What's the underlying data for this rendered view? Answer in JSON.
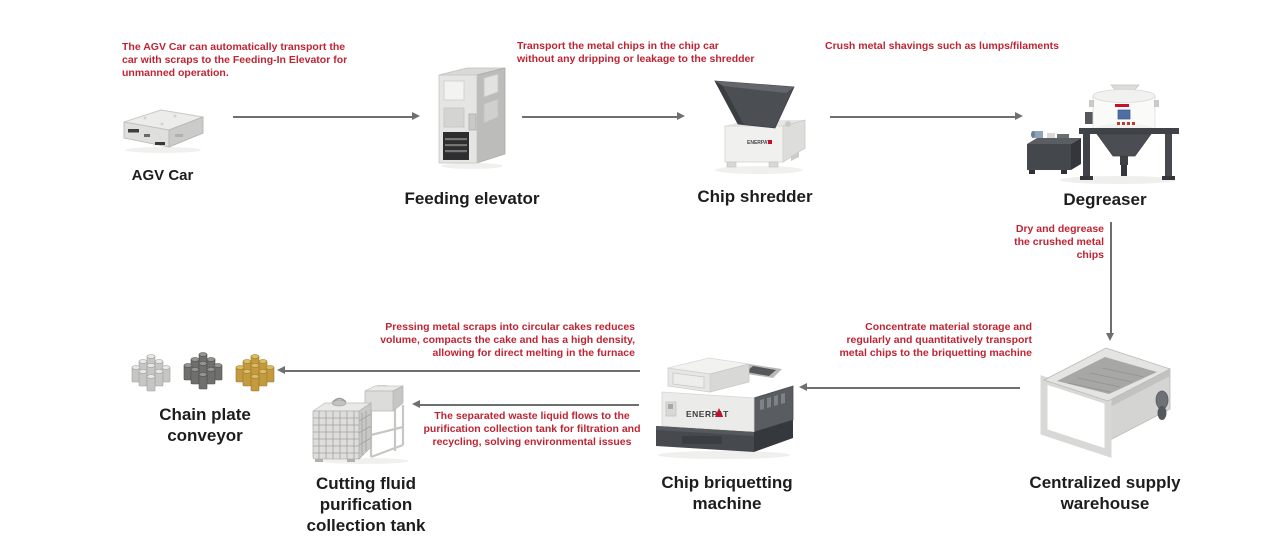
{
  "brand": "ENERPAT",
  "colors": {
    "background": "#ffffff",
    "annotation": "#bf2433",
    "label": "#1d1d1f",
    "arrow": "#6f6f6f",
    "brand_red": "#c8102e"
  },
  "labels": {
    "agv": "AGV Car",
    "elevator": "Feeding elevator",
    "shredder": "Chip shredder",
    "degreaser": "Degreaser",
    "warehouse": "Centralized supply\nwarehouse",
    "briquetting": "Chip briquetting\nmachine",
    "conveyor": "Chain plate conveyor",
    "tank": "Cutting fluid purification\ncollection tank"
  },
  "annotations": {
    "agv_to_elevator": "The AGV Car can automatically transport the\ncar with scraps to the Feeding-In Elevator for\nunmanned operation.",
    "elevator_to_shredder": "Transport the metal chips in the chip car\nwithout any dripping or leakage to the shredder",
    "shredder_to_degreaser": "Crush metal shavings such as lumps/filaments",
    "degreaser_to_warehouse": "Dry and degrease\nthe crushed metal\nchips",
    "warehouse_to_briquetting": "Concentrate material storage and\nregularly and quantitatively transport\nmetal chips to the briquetting machine",
    "briquetting_to_conveyor": "Pressing metal scraps into circular cakes reduces\nvolume, compacts the cake and has a high density,\nallowing for direct melting in the furnace",
    "briquetting_to_tank": "The separated waste liquid flows to the\npurification collection tank for filtration and\nrecycling, solving environmental issues"
  }
}
